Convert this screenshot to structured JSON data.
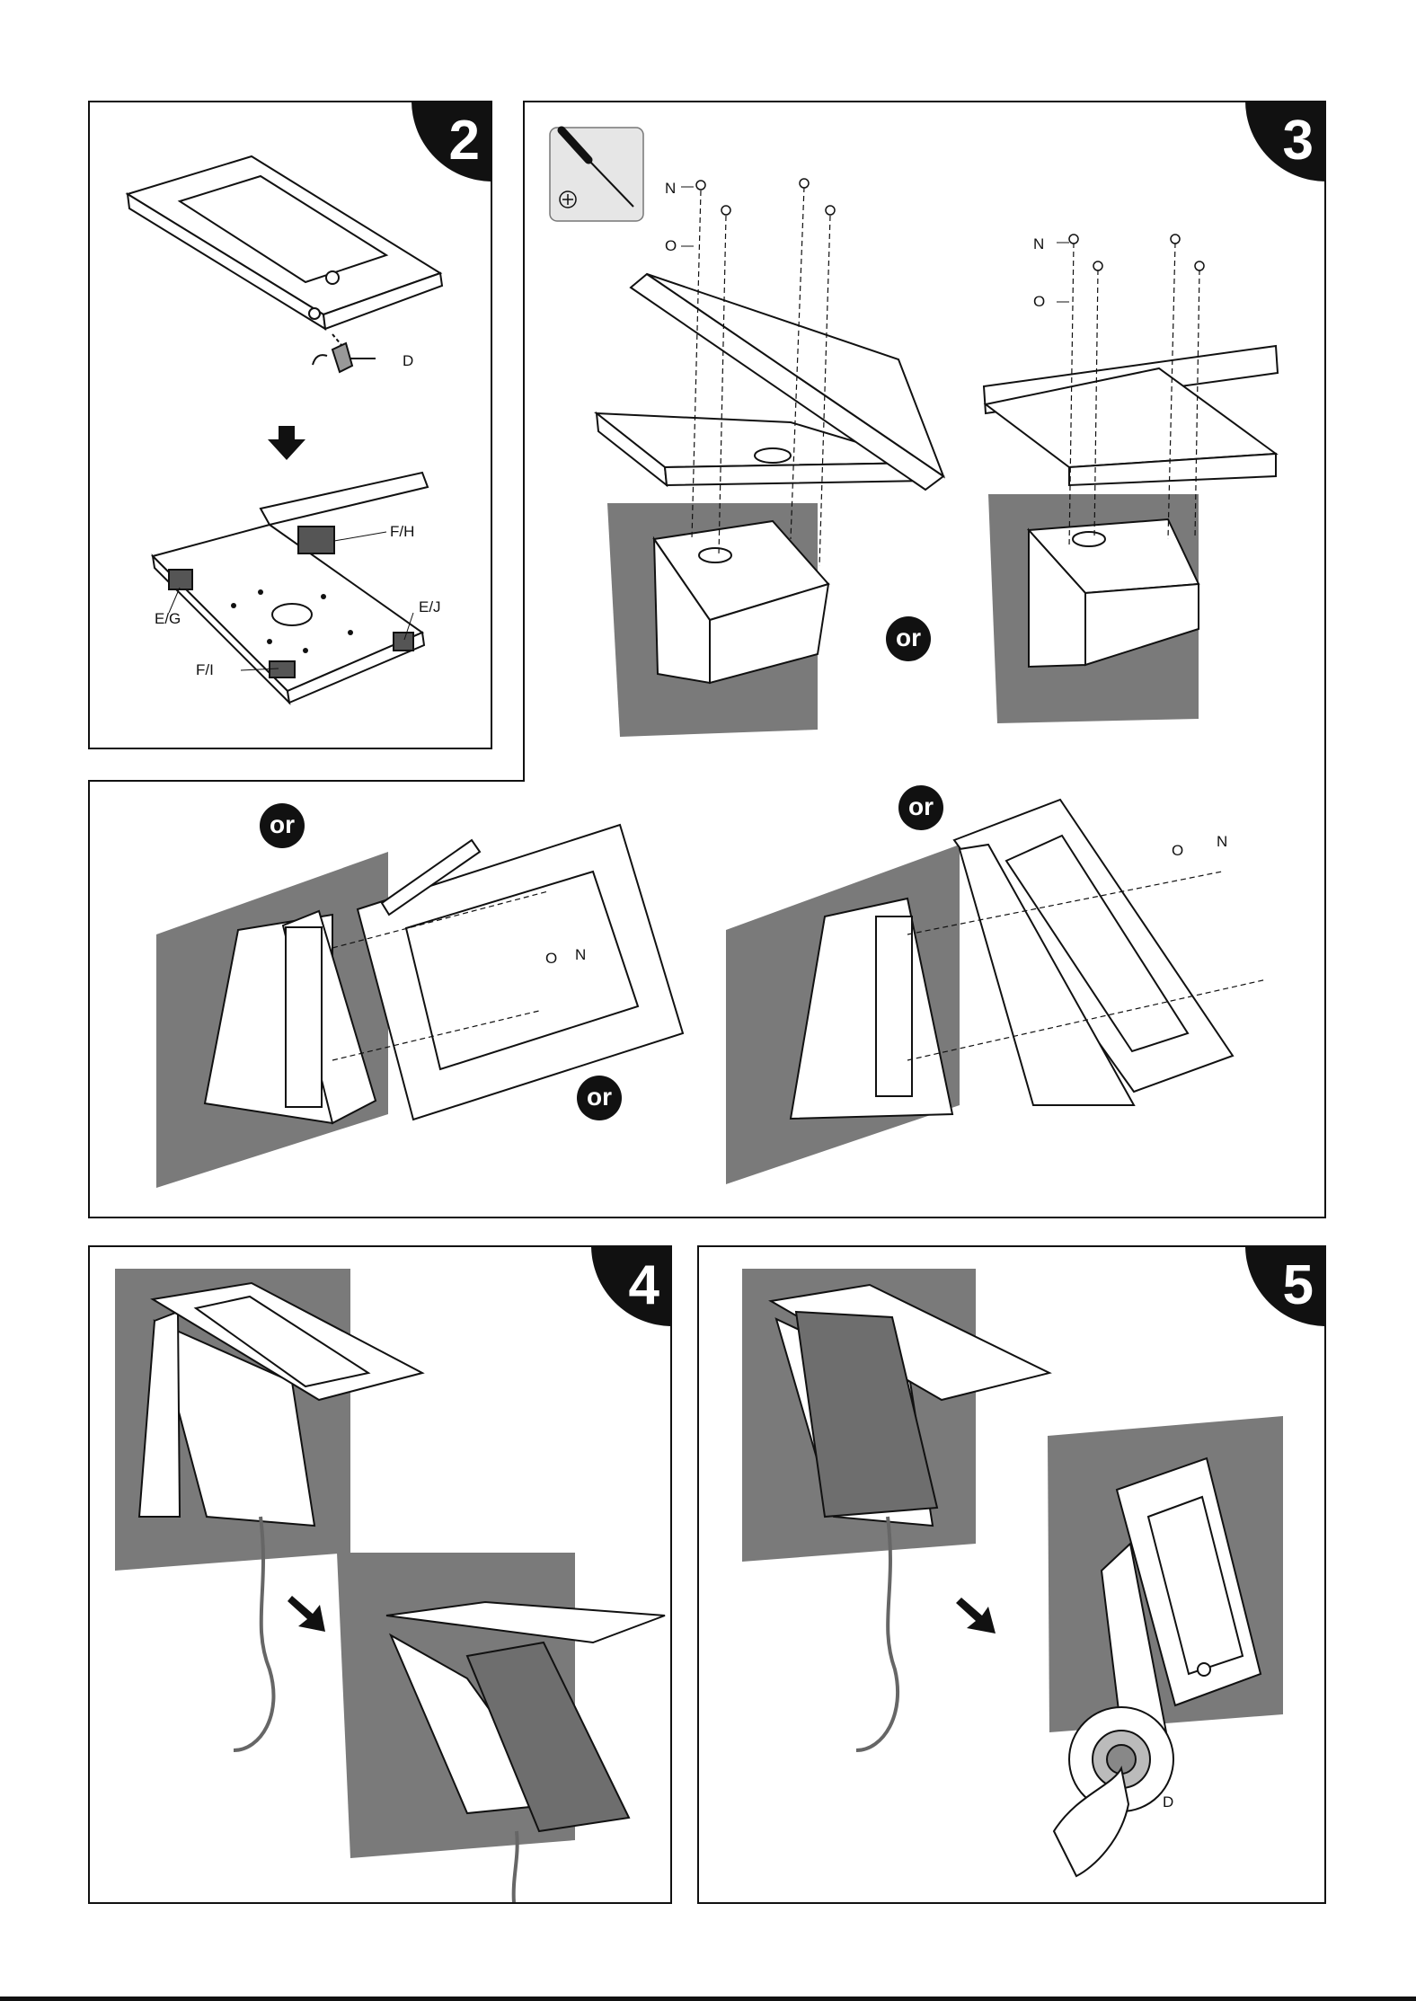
{
  "step2": {
    "number": "2",
    "labels": {
      "d": "D",
      "fh": "F/H",
      "eg": "E/G",
      "ej": "E/J",
      "fi": "F/I"
    }
  },
  "step3": {
    "number": "3",
    "labels": {
      "n": "N",
      "o": "O"
    },
    "or": "or"
  },
  "middle": {
    "or": "or",
    "labels": {
      "n": "N",
      "o": "O"
    }
  },
  "step4": {
    "number": "4"
  },
  "step5": {
    "number": "5",
    "labels": {
      "d": "D"
    }
  },
  "colors": {
    "wall": "#7a7a7a",
    "ink": "#111111",
    "tablet": "#6e6e6e"
  },
  "icons": {
    "tool": "screwdriver-icon",
    "direction": "arrow-icon"
  }
}
